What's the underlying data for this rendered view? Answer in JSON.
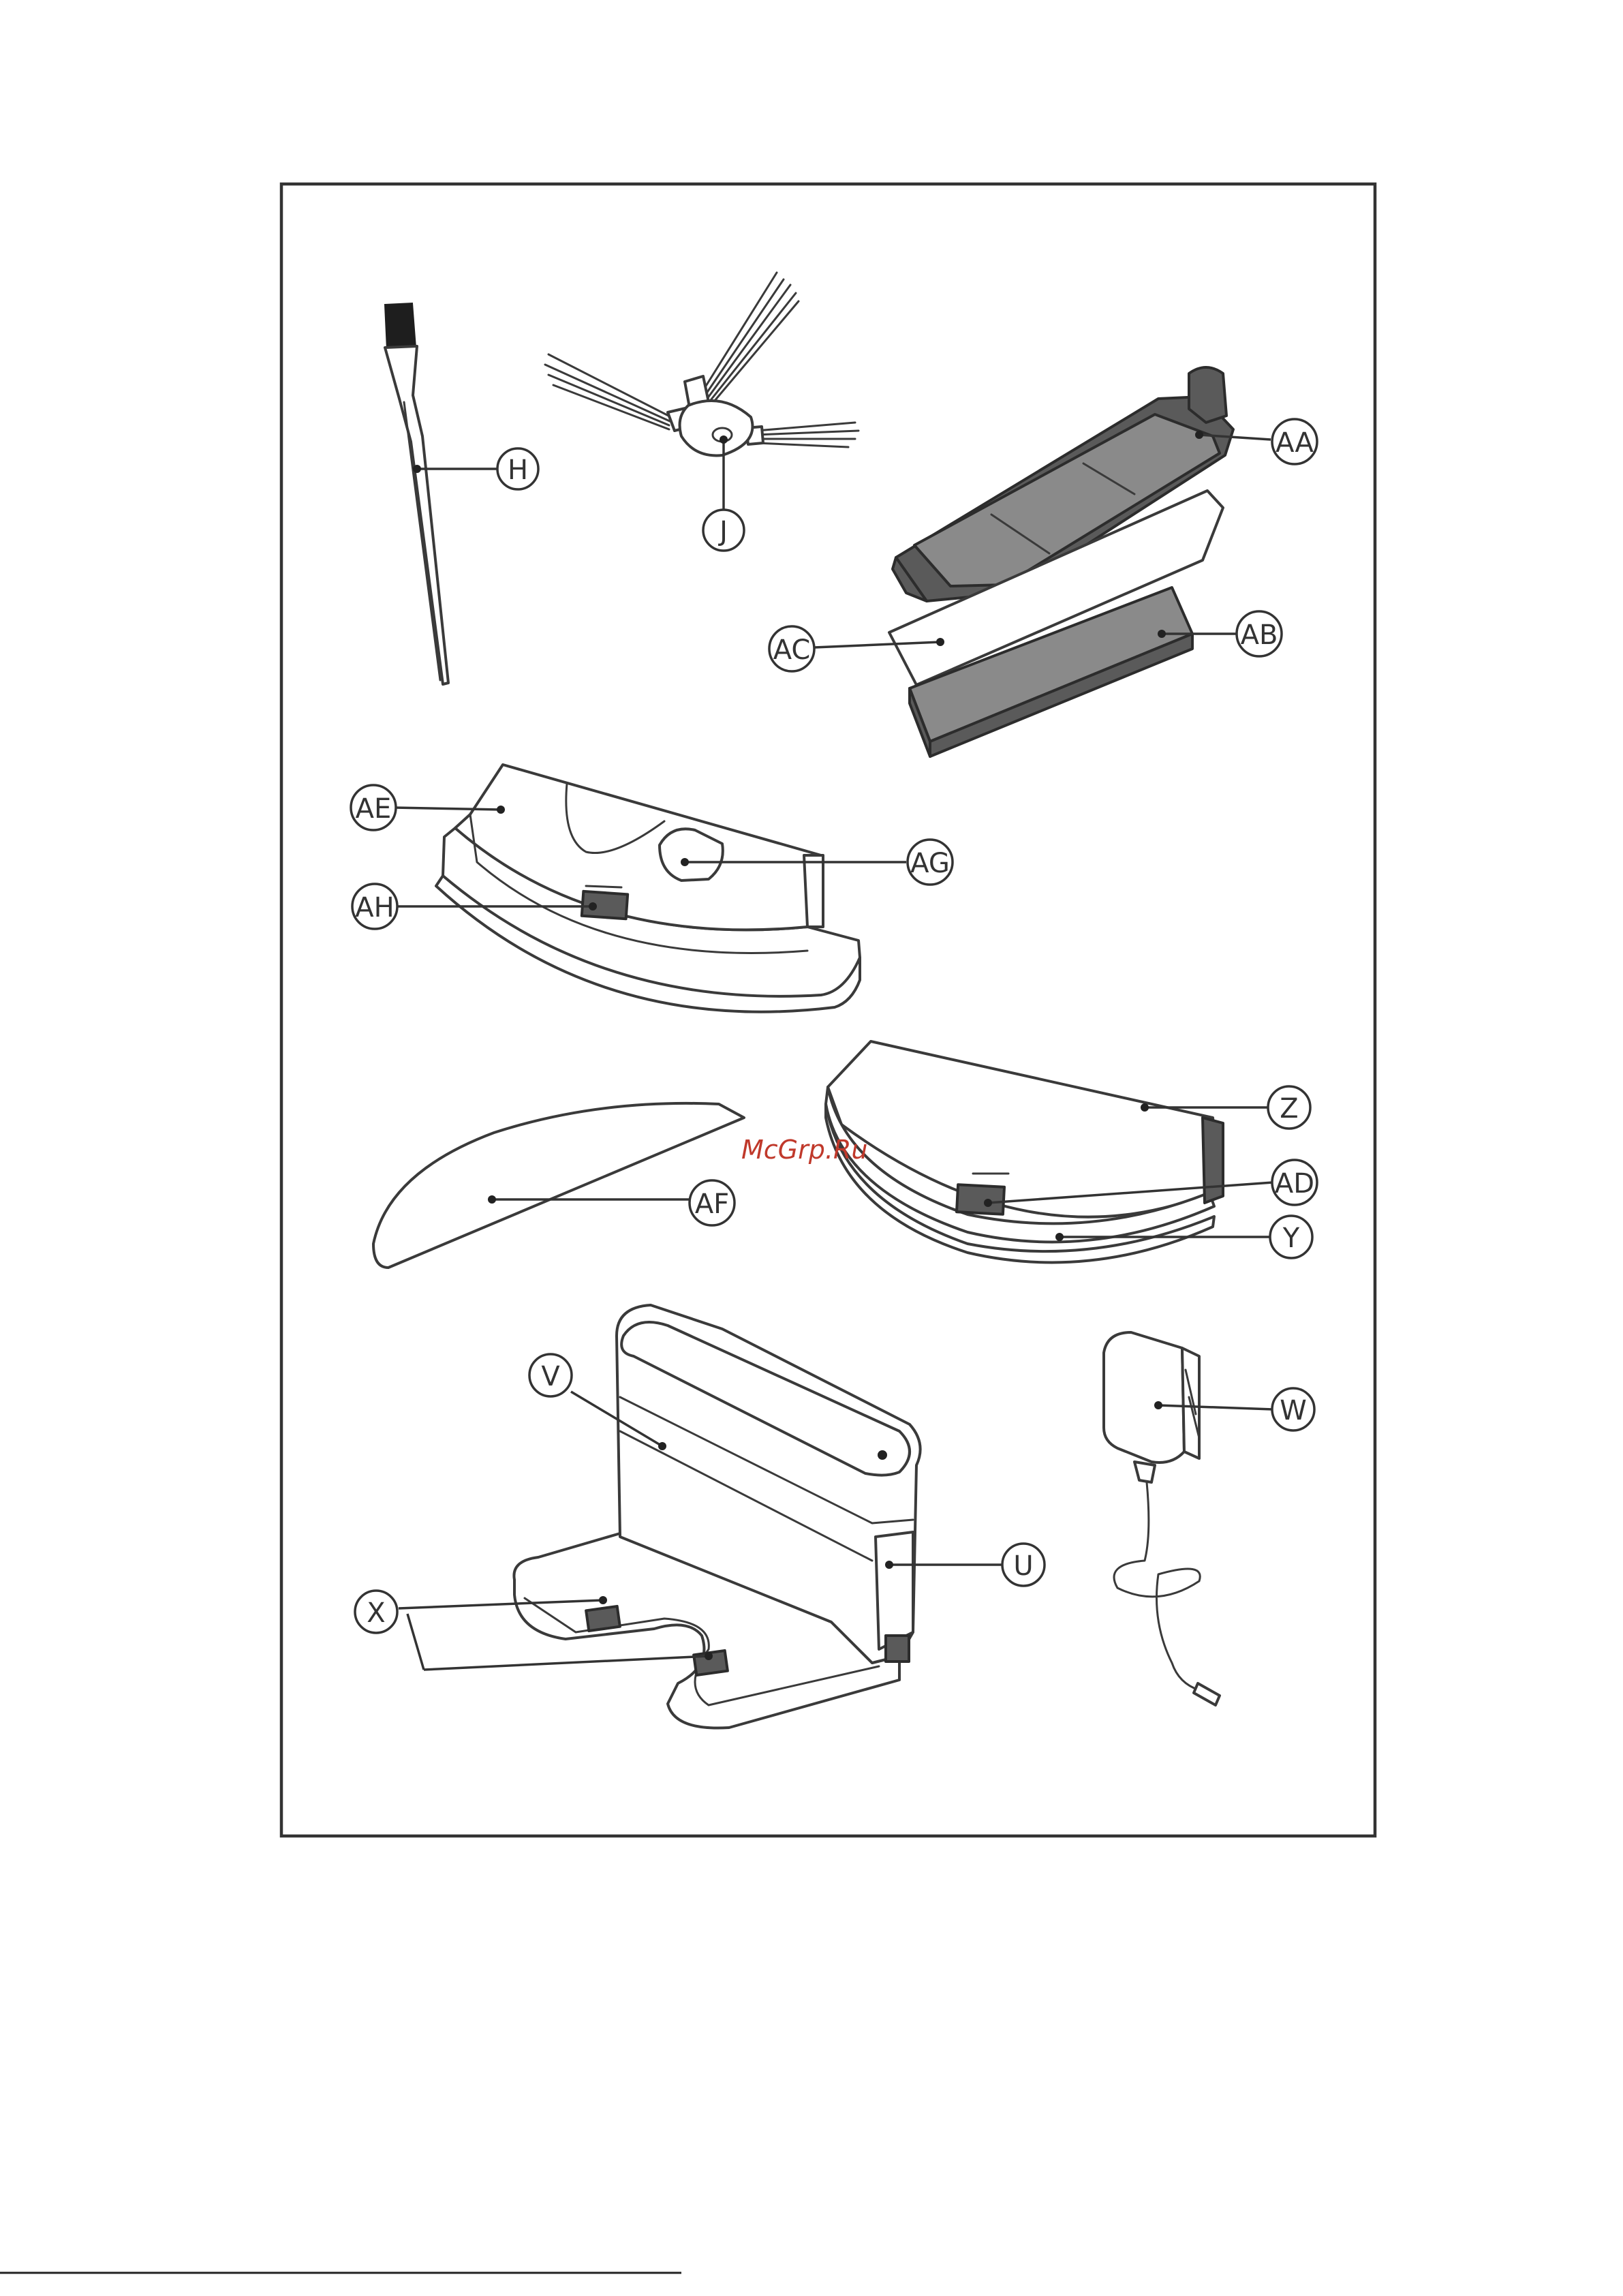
{
  "callouts": {
    "H": "H",
    "J": "J",
    "AA": "AA",
    "AB": "AB",
    "AC": "AC",
    "AE": "AE",
    "AG": "AG",
    "AH": "AH",
    "Z": "Z",
    "AD": "AD",
    "Y": "Y",
    "AF": "AF",
    "V": "V",
    "W": "W",
    "U": "U",
    "X": "X"
  },
  "watermark": "McGrp.Ru"
}
